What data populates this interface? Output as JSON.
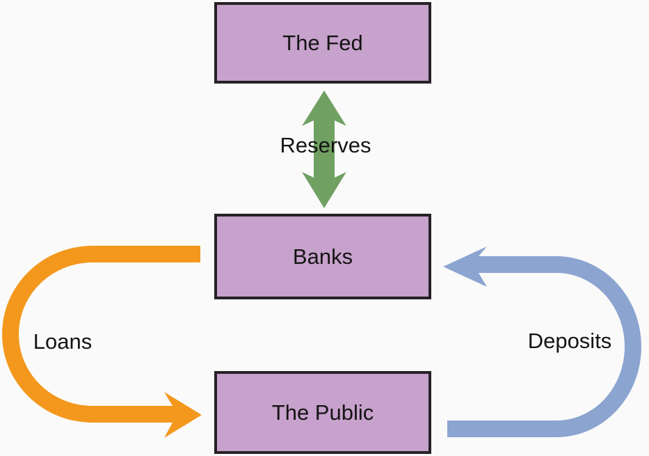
{
  "nodes": [
    {
      "label": "The Fed"
    },
    {
      "label": "Banks"
    },
    {
      "label": "The Public"
    }
  ],
  "flows": [
    {
      "label": "Reserves",
      "from": "The Fed",
      "to": "Banks",
      "bidirectional": true
    },
    {
      "label": "Loans",
      "from": "Banks",
      "to": "The Public",
      "bidirectional": false
    },
    {
      "label": "Deposits",
      "from": "The Public",
      "to": "Banks",
      "bidirectional": false
    }
  ],
  "colors": {
    "background": "#fbfafa",
    "node_fill": "#c7a2cc",
    "node_border": "#262126",
    "text": "#151314",
    "reserves_arrow": "#70a163",
    "loans_arrow": "#f3981d",
    "deposits_arrow": "#8ba4d0"
  }
}
